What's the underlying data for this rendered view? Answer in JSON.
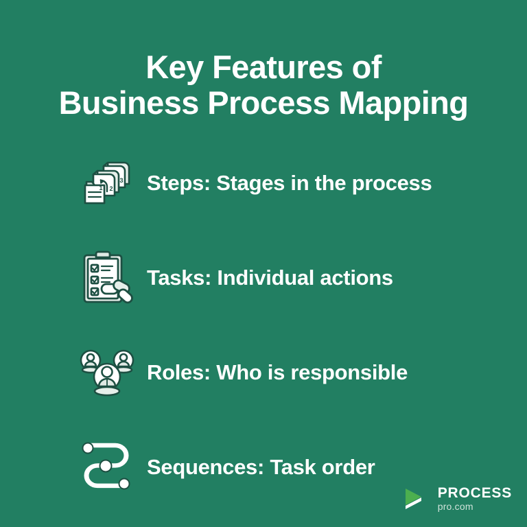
{
  "theme": {
    "background_color": "#227f62",
    "text_color": "#ffffff",
    "icon_fill": "#ffffff",
    "icon_shade": "#dfe9e4",
    "icon_outline": "#1d4f42",
    "logo_mark_color": "#4caf4f",
    "logo_secondary_color": "#cfe3da"
  },
  "title": {
    "line1": "Key Features of",
    "line2": "Business Process Mapping"
  },
  "features": [
    {
      "icon": "stacked-step-cards-icon",
      "label": "Steps: Stages in the process",
      "term": "Steps",
      "description": "Stages in the process",
      "card_numbers": [
        "1",
        "2",
        "3"
      ]
    },
    {
      "icon": "checklist-clipboard-chain-icon",
      "label": "Tasks: Individual actions",
      "term": "Tasks",
      "description": "Individual actions",
      "checkbox_count": 3
    },
    {
      "icon": "three-people-roles-icon",
      "label": "Roles: Who is responsible",
      "term": "Roles",
      "description": "Who is responsible",
      "person_count": 3
    },
    {
      "icon": "sequence-path-nodes-icon",
      "label": "Sequences: Task order",
      "term": "Sequences",
      "description": "Task order",
      "node_count": 3
    }
  ],
  "logo": {
    "mark": "green-chevron-mark-icon",
    "primary": "PROCESS",
    "secondary": "pro.com"
  }
}
